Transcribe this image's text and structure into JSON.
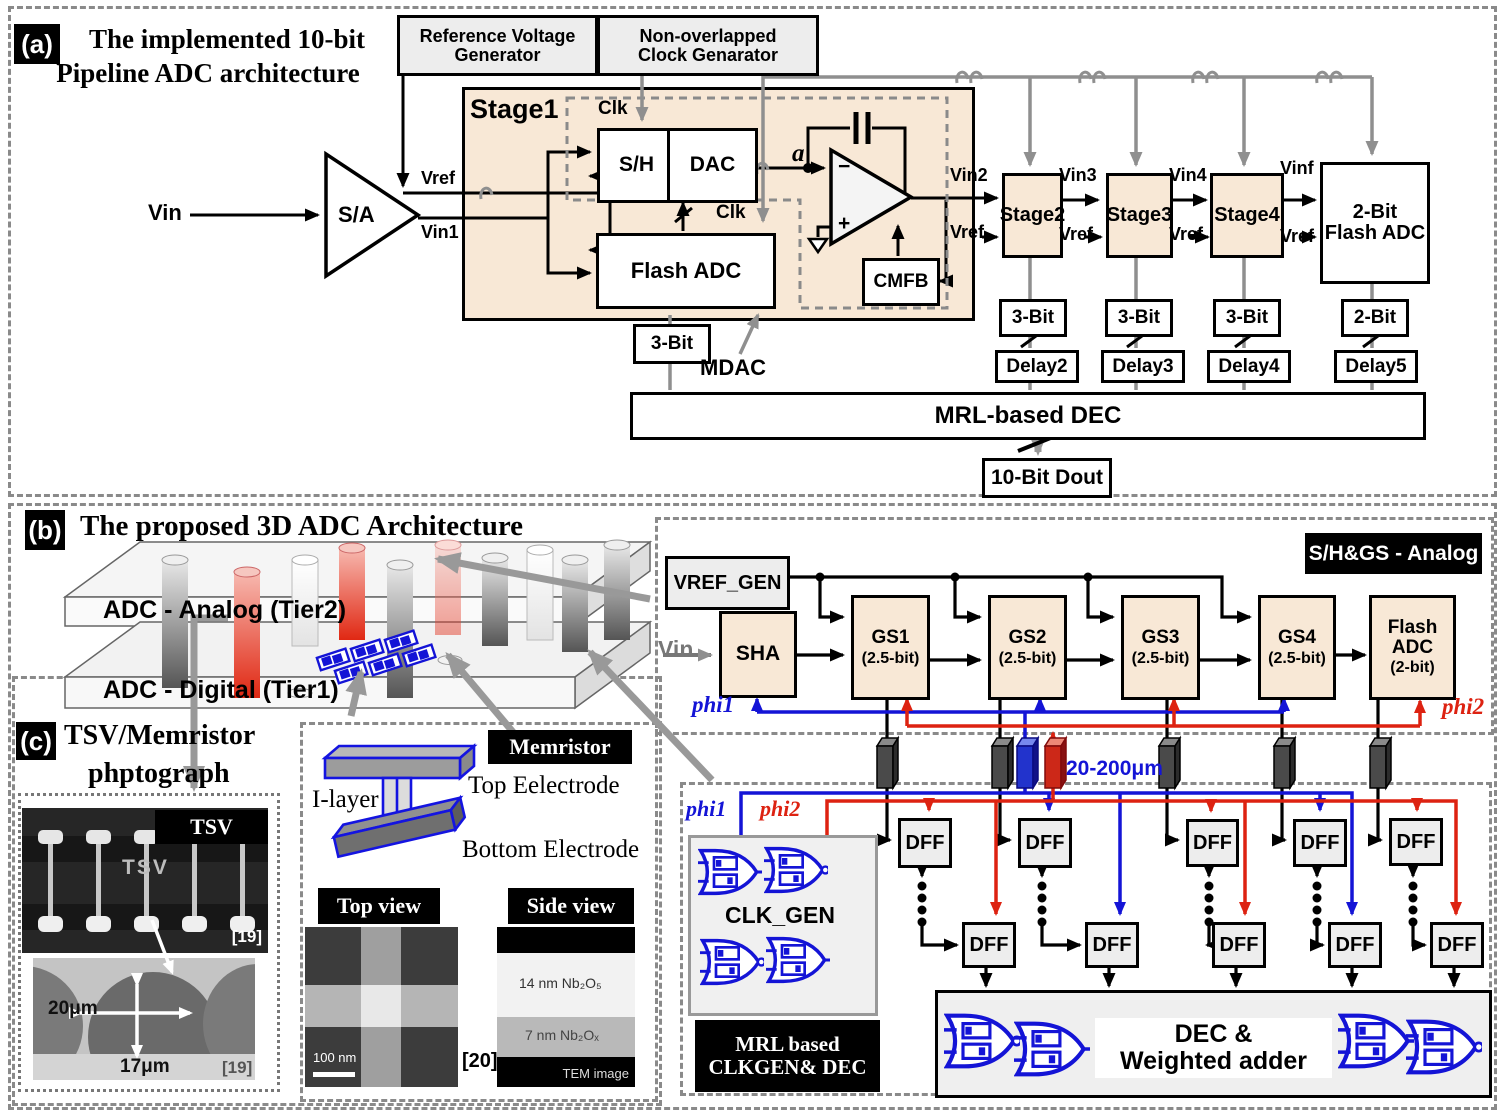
{
  "panel_a": {
    "tag": "(a)",
    "title1": "The implemented 10-bit",
    "title2": "Pipeline ADC architecture",
    "ref_gen1": "Reference Voltage",
    "ref_gen2": "Generator",
    "clkbox1": "Non-overlapped",
    "clkbox2": "Clock Genarator",
    "vin": "Vin",
    "sa": "S/A",
    "vref": "Vref",
    "vin1": "Vin1",
    "stage1": "Stage1",
    "clk_top": "Clk",
    "clk_mid": "Clk",
    "sh": "S/H",
    "dac": "DAC",
    "flash_adc": "Flash ADC",
    "node_a": "a",
    "minus": "−",
    "plus": "+",
    "cmfb": "CMFB",
    "mdac": "MDAC",
    "stage1_bits": "3-Bit",
    "stages": [
      {
        "name": "Stage2",
        "vin": "Vin2",
        "vref": "Vref",
        "bits": "3-Bit",
        "delay": "Delay2"
      },
      {
        "name": "Stage3",
        "vin": "Vin3",
        "vref": "Vref",
        "bits": "3-Bit",
        "delay": "Delay3"
      },
      {
        "name": "Stage4",
        "vin": "Vin4",
        "vref": "Vref",
        "bits": "3-Bit",
        "delay": "Delay4"
      }
    ],
    "flash2": {
      "name1": "2-Bit",
      "name2": "Flash ADC",
      "vin": "Vinf",
      "vref": "Vref",
      "bits": "2-Bit",
      "delay": "Delay5"
    },
    "dec": "MRL-based DEC",
    "dout": "10-Bit Dout"
  },
  "panel_b": {
    "tag": "(b)",
    "title": "The proposed 3D ADC Architecture",
    "tier2": "ADC - Analog (Tier2)",
    "tier1": "ADC - Digital (Tier1)",
    "analog": {
      "label": "S/H&GS - Analog",
      "vref_gen": "VREF_GEN",
      "vin": "Vin",
      "sha": "SHA",
      "gs": [
        {
          "l1": "GS1",
          "l2": "(2.5-bit)"
        },
        {
          "l1": "GS2",
          "l2": "(2.5-bit)"
        },
        {
          "l1": "GS3",
          "l2": "(2.5-bit)"
        },
        {
          "l1": "GS4",
          "l2": "(2.5-bit)"
        }
      ],
      "flash": {
        "l1": "Flash",
        "l2": "ADC",
        "l3": "(2-bit)"
      },
      "phi1": "phi1",
      "phi2": "phi2"
    },
    "tsv_note": "20-200μm",
    "digital": {
      "phi1": "phi1",
      "phi2": "phi2",
      "clk_gen": "CLK_GEN",
      "mrl1": "MRL based",
      "mrl2": "CLKGEN& DEC",
      "dff": "DFF",
      "dec1": "DEC &",
      "dec2": "Weighted adder"
    }
  },
  "panel_c": {
    "tag": "(c)",
    "title1": "TSV/Memristor",
    "title2": "phptograph",
    "tsv": {
      "label": "TSV",
      "in_photo": "TSV",
      "ref1": "[19]",
      "dim_w": "20μm",
      "dim_h": "17μm",
      "ref2": "[19]"
    },
    "memristor": {
      "label": "Memristor",
      "ilayer": "I-layer",
      "top_electrode": "Top Eelectrode",
      "bottom_electrode": "Bottom Electrode",
      "top_view": "Top view",
      "side_view": "Side view",
      "scale": "100 nm",
      "ref": "[20]",
      "layer1": "14 nm Nb₂O₅",
      "layer2": "7 nm Nb₂Oₓ",
      "tem": "TEM image"
    }
  }
}
